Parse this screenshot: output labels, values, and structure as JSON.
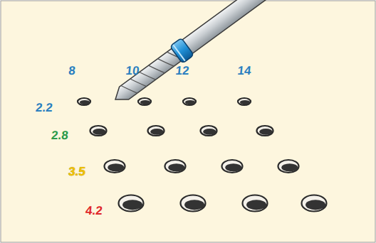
{
  "diagram": {
    "labels": [
      "8",
      "10",
      "12",
      "14",
      "2.2",
      "2.8",
      "3.5",
      "4.2"
    ]
  }
}
